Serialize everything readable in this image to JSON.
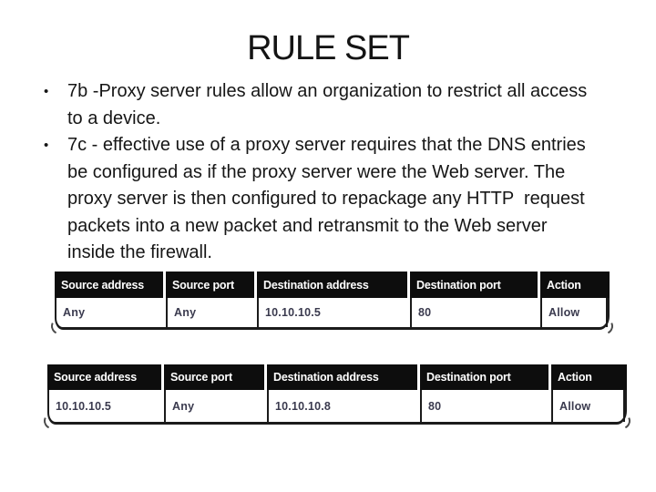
{
  "slide": {
    "title": "RULE SET",
    "bullets": [
      {
        "marker": "•",
        "text": "7b -Proxy server rules allow an organization to restrict all access to a device."
      },
      {
        "marker": "•",
        "text": "7c - effective use of a proxy server requires that the DNS entries be configured as if the proxy server were the Web server. The proxy server is then configured to repackage any HTTP  request packets into a new packet and retransmit to the Web server inside the firewall."
      }
    ]
  },
  "tables": [
    {
      "headers": [
        "Source address",
        "Source port",
        "Destination address",
        "Destination port",
        "Action"
      ],
      "rows": [
        [
          "Any",
          "Any",
          "10.10.10.5",
          "80",
          "Allow"
        ]
      ]
    },
    {
      "headers": [
        "Source address",
        "Source port",
        "Destination address",
        "Destination port",
        "Action"
      ],
      "rows": [
        [
          "10.10.10.5",
          "Any",
          "10.10.10.8",
          "80",
          "Allow"
        ]
      ]
    }
  ],
  "colors": {
    "slide_background": "#ffffff",
    "body_text": "#161616",
    "table_header_bg": "#0d0d0d",
    "table_header_text": "#ffffff",
    "table_cell_text": "#3a3a4e",
    "table_border": "#1b1b1b"
  }
}
